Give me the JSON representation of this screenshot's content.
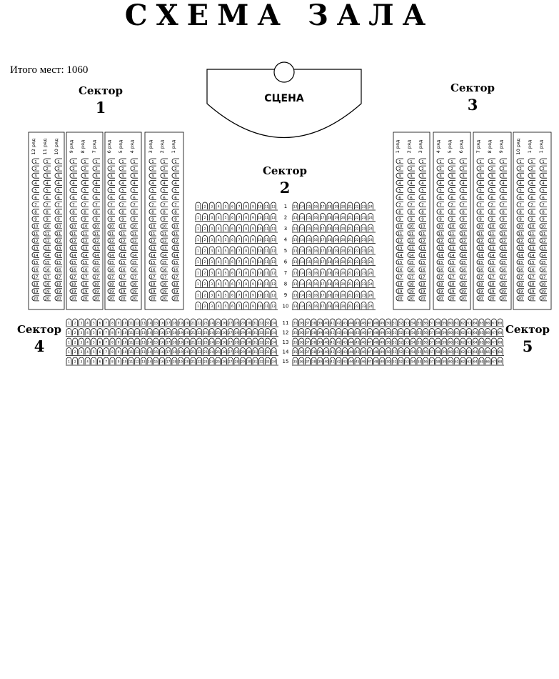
{
  "title": "СХЕМА ЗАЛА",
  "total_label": "Итого мест: 1060",
  "stage_label": "СЦЕНА",
  "sector_word": "Сектор",
  "sectors": {
    "s1": "1",
    "s2": "2",
    "s3": "3",
    "s4": "4",
    "s5": "5"
  },
  "row_word": "ряд",
  "balcony_rows_left": [
    "12",
    "11",
    "10",
    "9",
    "8",
    "7",
    "6",
    "5",
    "4",
    "3",
    "2",
    "1"
  ],
  "balcony_rows_right": [
    "1",
    "2",
    "3",
    "4",
    "5",
    "6",
    "7",
    "8",
    "9",
    "10",
    "1",
    "1"
  ],
  "balcony_seats_per_row": 20,
  "sector2_rows": [
    "1",
    "2",
    "3",
    "4",
    "5",
    "6",
    "7",
    "8",
    "9",
    "10"
  ],
  "sector45_rows": [
    "11",
    "12",
    "13",
    "14",
    "15"
  ],
  "colors": {
    "line": "#000000",
    "fill": "#ffffff"
  }
}
